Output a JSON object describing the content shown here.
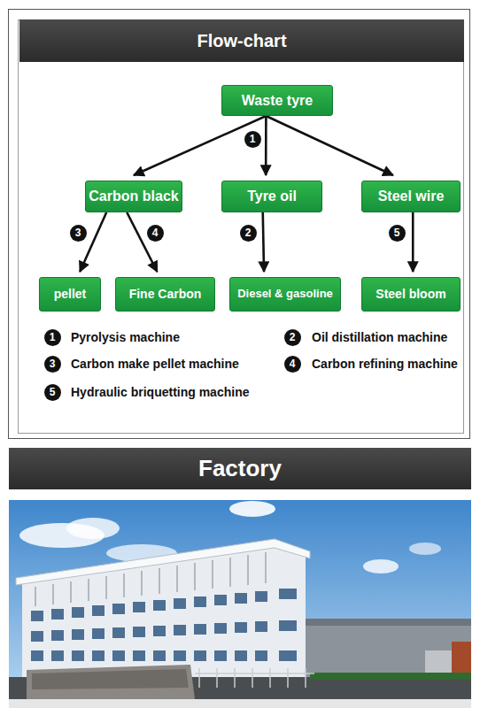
{
  "diagram": {
    "title": "Flow-chart",
    "nodes": [
      {
        "text": [
          "Waste tyre"
        ]
      },
      {
        "text": [
          "Carbon black"
        ]
      },
      {
        "text": [
          "Tyre oil"
        ]
      },
      {
        "text": [
          "Steel wire"
        ]
      },
      {
        "text": [
          "pellet"
        ]
      },
      {
        "text": [
          "Fine Carbon"
        ]
      },
      {
        "text": [
          "Diesel & gasoline"
        ]
      },
      {
        "text": [
          "Steel bloom"
        ]
      }
    ],
    "edges": [
      {
        "from": 0,
        "to": 1,
        "arrow": "to"
      },
      {
        "from": 0,
        "to": 2,
        "arrow": "to"
      },
      {
        "from": 0,
        "to": 3,
        "arrow": "to"
      },
      {
        "from": 1,
        "to": 4,
        "label": "3",
        "arrow": "to"
      },
      {
        "from": 1,
        "to": 5,
        "label": "4",
        "arrow": "to"
      },
      {
        "from": 2,
        "to": 6,
        "label": "2",
        "arrow": "to"
      },
      {
        "from": 3,
        "to": 7,
        "label": "5",
        "arrow": "to"
      }
    ],
    "labels": [
      "1",
      "1",
      "Pyrolysis machine",
      "2",
      "Oil distillation machine",
      "3",
      "Carbon make pellet machine",
      "4",
      "Carbon refining machine",
      "5",
      "Hydraulic briquetting machine",
      "Factory"
    ]
  }
}
